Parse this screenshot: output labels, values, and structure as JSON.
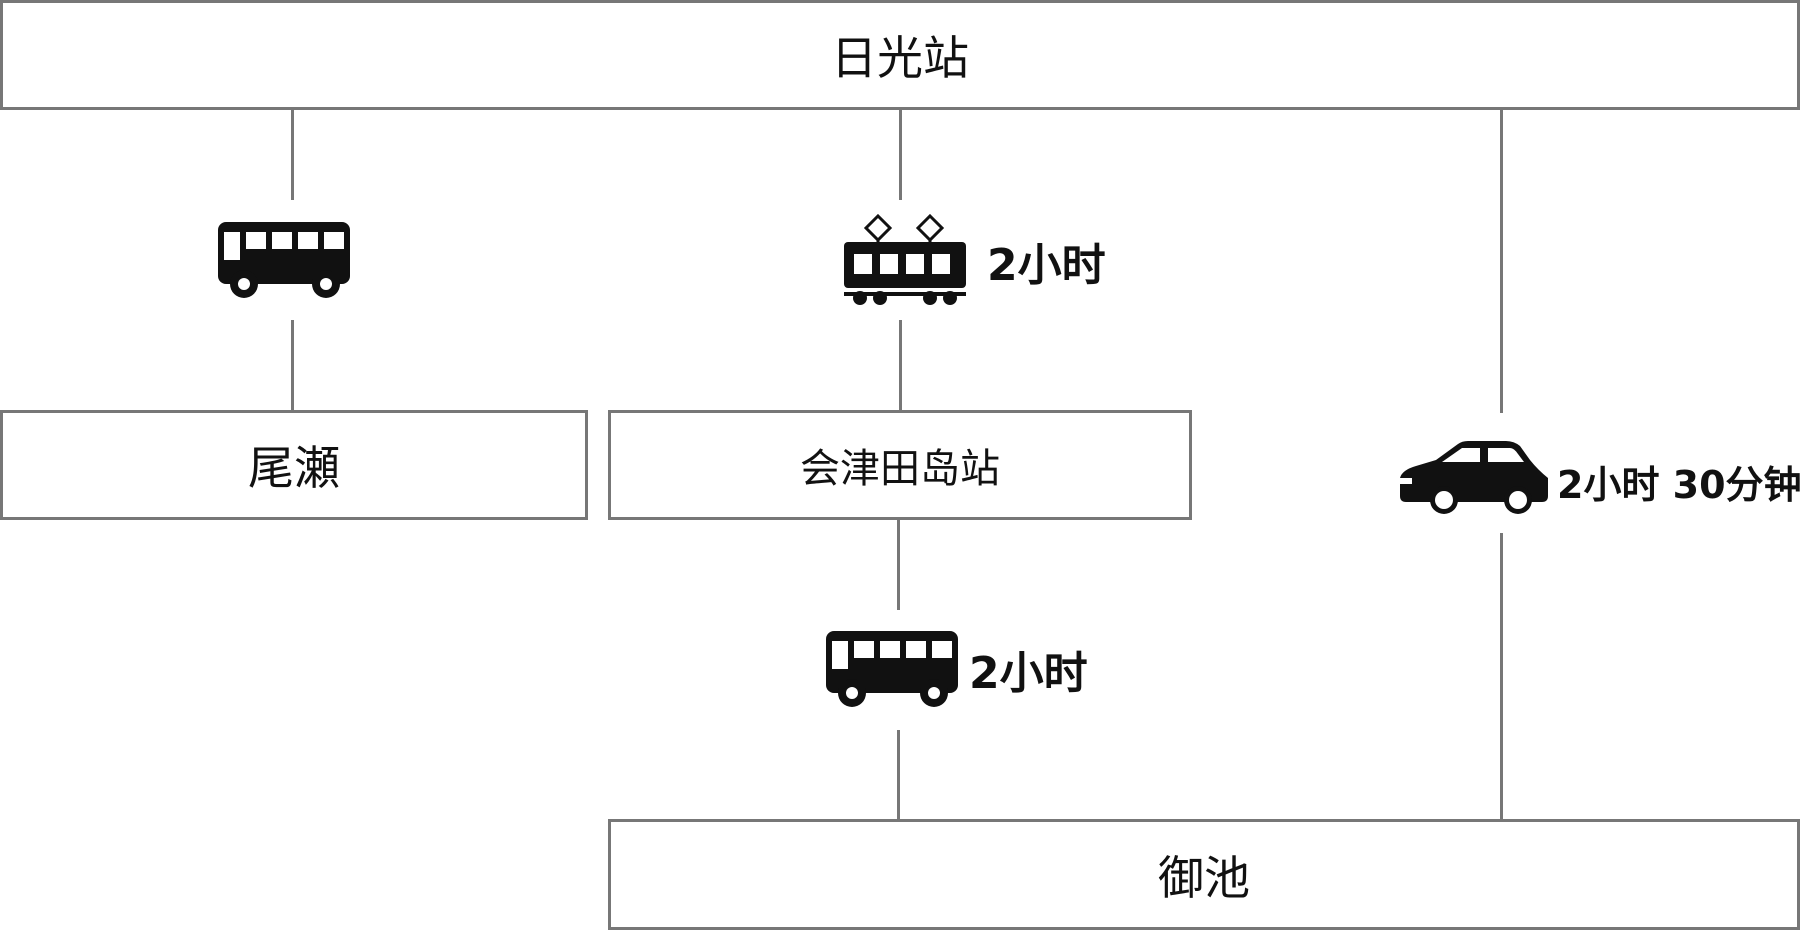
{
  "nodes": {
    "nikko": "日光站",
    "oze": "尾瀬",
    "aizu": "会津田岛站",
    "miike": "御池"
  },
  "routes": {
    "nikko_oze": {
      "icon": "bus-icon"
    },
    "nikko_aizu": {
      "icon": "train-icon",
      "duration": "2小时"
    },
    "aizu_miike": {
      "icon": "bus-icon",
      "duration": "2小时"
    },
    "nikko_miike": {
      "icon": "car-icon",
      "duration": "2小时 30分钟"
    }
  },
  "colors": {
    "border": "#777777",
    "icon": "#111111"
  }
}
